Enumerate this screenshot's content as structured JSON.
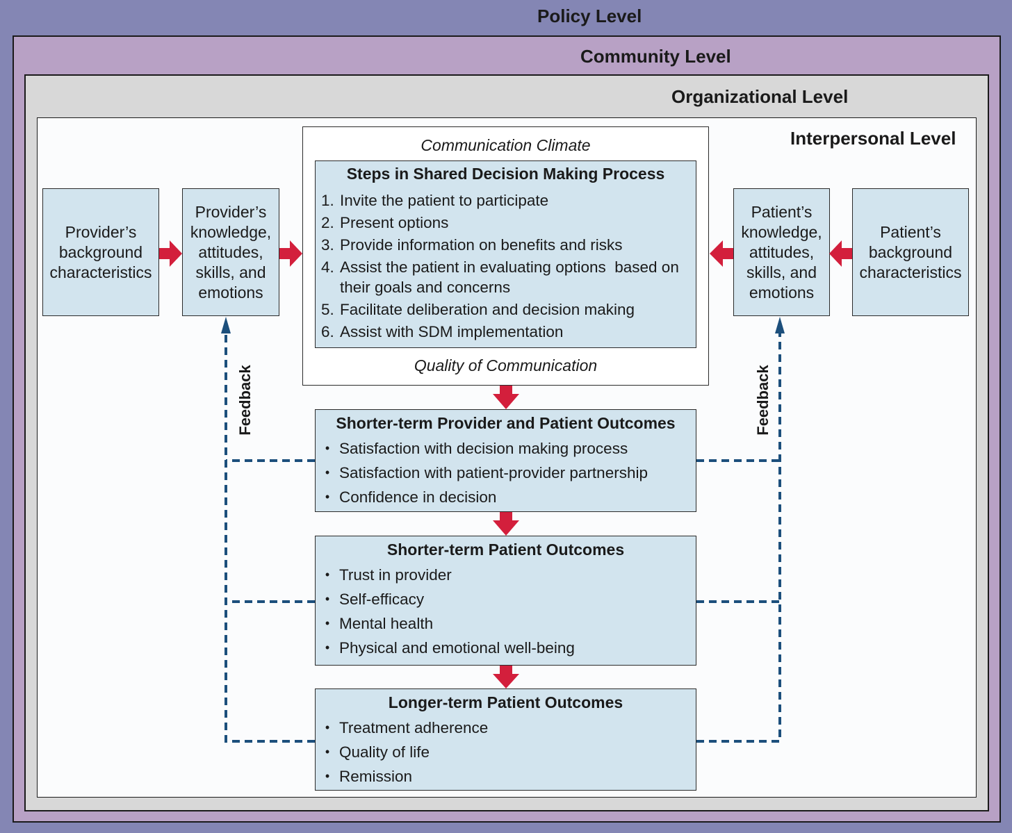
{
  "levels": {
    "policy": "Policy Level",
    "community": "Community Level",
    "organizational": "Organizational Level",
    "interpersonal": "Interpersonal Level"
  },
  "provider": {
    "background": "Provider’s background characteristics",
    "kase": "Provider’s knowledge, attitudes, skills, and emotions"
  },
  "patient": {
    "background": "Patient’s background characteristics",
    "kase": "Patient’s knowledge, attitudes, skills, and emotions"
  },
  "climate": {
    "top": "Communication Climate",
    "bottom": "Quality of Communication"
  },
  "sdm": {
    "heading": "Steps in Shared Decision Making Process",
    "steps": [
      {
        "num": "1.",
        "text": "Invite the patient to participate"
      },
      {
        "num": "2.",
        "text": "Present options"
      },
      {
        "num": "3.",
        "text": "Provide information on benefits and risks"
      },
      {
        "num": "4.",
        "text": "Assist the patient in evaluating options  based on their goals and concerns"
      },
      {
        "num": "5.",
        "text": "Facilitate deliberation and decision making"
      },
      {
        "num": "6.",
        "text": "Assist with SDM implementation"
      }
    ]
  },
  "outcomes": [
    {
      "heading": "Shorter-term Provider and Patient Outcomes",
      "items": [
        "Satisfaction with decision making process",
        "Satisfaction with patient-provider partnership",
        "Confidence in decision"
      ]
    },
    {
      "heading": "Shorter-term Patient Outcomes",
      "items": [
        "Trust in provider",
        "Self-efficacy",
        "Mental health",
        "Physical and emotional well-being"
      ]
    },
    {
      "heading": "Longer-term Patient Outcomes",
      "items": [
        "Treatment adherence",
        "Quality of life",
        "Remission"
      ]
    }
  ],
  "feedback_label": "Feedback",
  "bullet": "•",
  "colors": {
    "policy": "#8486b4",
    "community": "#b8a1c5",
    "organizational": "#d8d8d8",
    "box_fill": "#d2e4ee",
    "arrow": "#d31f3c",
    "feedback_line": "#1c4f7c"
  }
}
